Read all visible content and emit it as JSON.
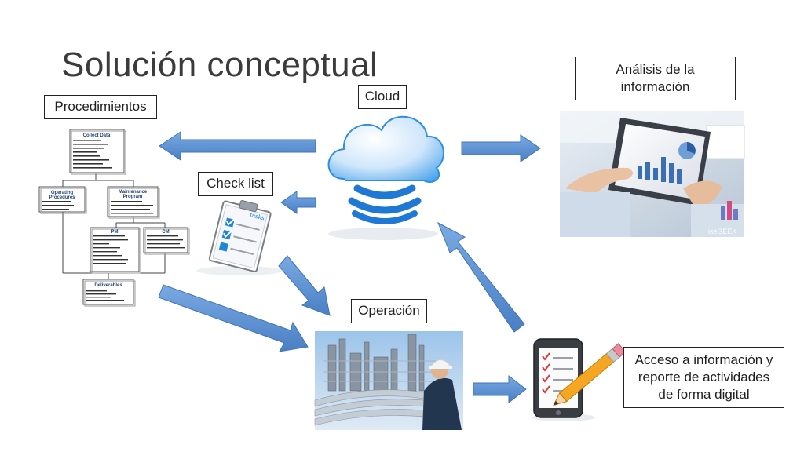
{
  "title": "Solución conceptual",
  "labels": {
    "procedimientos": "Procedimientos",
    "cloud": "Cloud",
    "check_list": "Check list",
    "operacion": "Operación",
    "analisis_line1": "Análisis de la",
    "analisis_line2": "información",
    "acceso_line1": "Acceso a información y",
    "acceso_line2": "reporte de actividades",
    "acceso_line3": "de forma digital"
  },
  "orgchart": {
    "collect_title": "Collect Data",
    "operating_title_1": "Operating",
    "operating_title_2": "Procedures",
    "maintenance_title_1": "Maintenance",
    "maintenance_title_2": "Program",
    "pm_title": "PM",
    "cm_title": "CM",
    "deliverables_title": "Deliverables"
  },
  "clipboard_tag": "tasks",
  "photo_watermark": "iseGEEK",
  "colors": {
    "arrow_fill": "#5b8fd0",
    "arrow_stroke": "#3f74b8",
    "orgbox_title": "#1f3f7a",
    "cloud_blue": "#2f8ee0"
  }
}
